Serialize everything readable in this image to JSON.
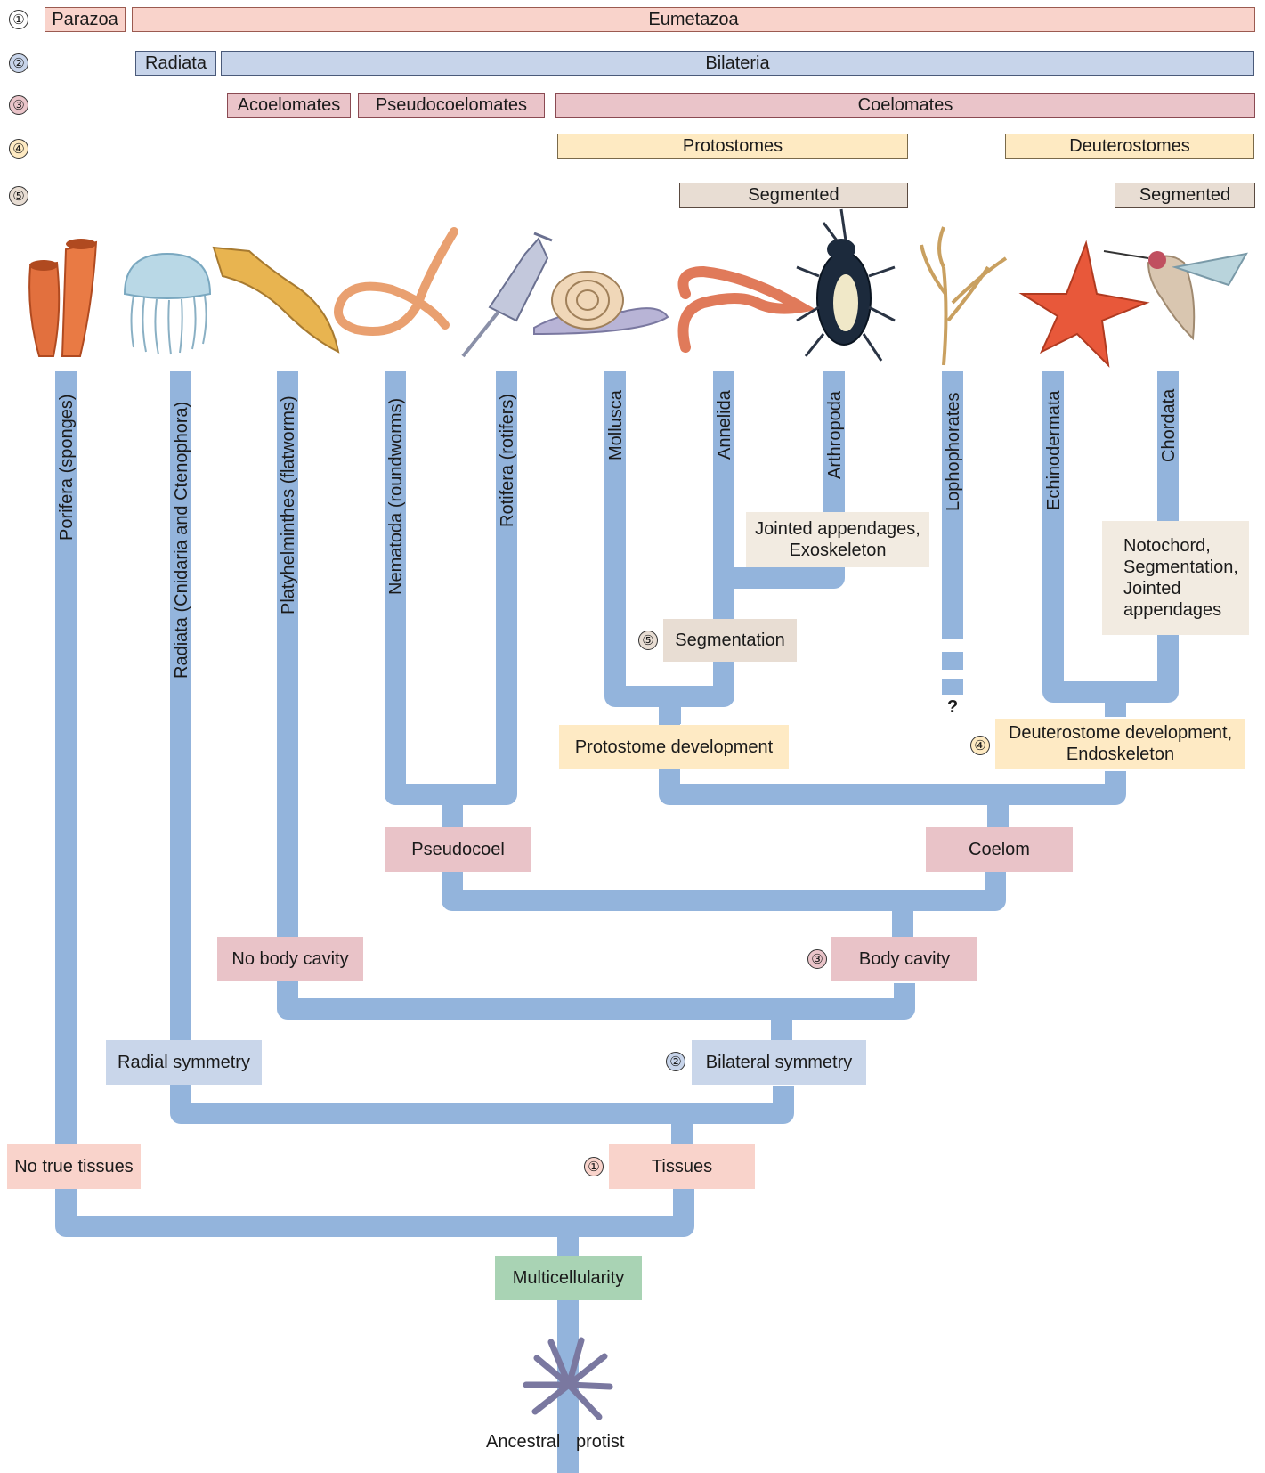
{
  "colors": {
    "branch": "#93b4dc",
    "tissues": "#f9d3cb",
    "symmetry": "#c9d6ea",
    "body_cavity": "#e9c3c8",
    "development": "#feeac4",
    "segmentation": "#e8ddd3",
    "multicellularity": "#a9d3b4"
  },
  "row_numbers": [
    "①",
    "②",
    "③",
    "④",
    "⑤"
  ],
  "bands": {
    "parazoa": "Parazoa",
    "eumetazoa": "Eumetazoa",
    "radiata": "Radiata",
    "bilateria": "Bilateria",
    "acoelomates": "Acoelomates",
    "pseudocoelomates": "Pseudocoelomates",
    "coelomates": "Coelomates",
    "protostomes": "Protostomes",
    "deuterostomes": "Deuterostomes",
    "segmented_protostome": "Segmented",
    "segmented_deuterostome": "Segmented"
  },
  "taxa": {
    "porifera": "Porifera (sponges)",
    "radiata": "Radiata (Cnidaria and Ctenophora)",
    "platyhelminthes": "Platyhelminthes (flatworms)",
    "nematoda": "Nematoda (roundworms)",
    "rotifera": "Rotifera (rotifers)",
    "mollusca": "Mollusca",
    "annelida": "Annelida",
    "arthropoda": "Arthropoda",
    "lophophorates": "Lophophorates",
    "echinodermata": "Echinodermata",
    "chordata": "Chordata"
  },
  "traits": {
    "multicellularity": "Multicellularity",
    "no_true_tissues": "No true tissues",
    "tissues": "Tissues",
    "radial_symmetry": "Radial symmetry",
    "bilateral_symmetry": "Bilateral symmetry",
    "no_body_cavity": "No body cavity",
    "body_cavity": "Body cavity",
    "pseudocoel": "Pseudocoel",
    "coelom": "Coelom",
    "protostome_development": "Protostome development",
    "deuterostome_development_1": "Deuterostome development,",
    "deuterostome_development_2": "Endoskeleton",
    "segmentation": "Segmentation",
    "arthropod_1": "Jointed appendages,",
    "arthropod_2": "Exoskeleton",
    "chordate_1": "Notochord,",
    "chordate_2": "Segmentation,",
    "chordate_3": "Jointed",
    "chordate_4": "appendages"
  },
  "lophophorate_uncertain": "?",
  "ancestor_left": "Ancestral",
  "ancestor_right": "protist"
}
